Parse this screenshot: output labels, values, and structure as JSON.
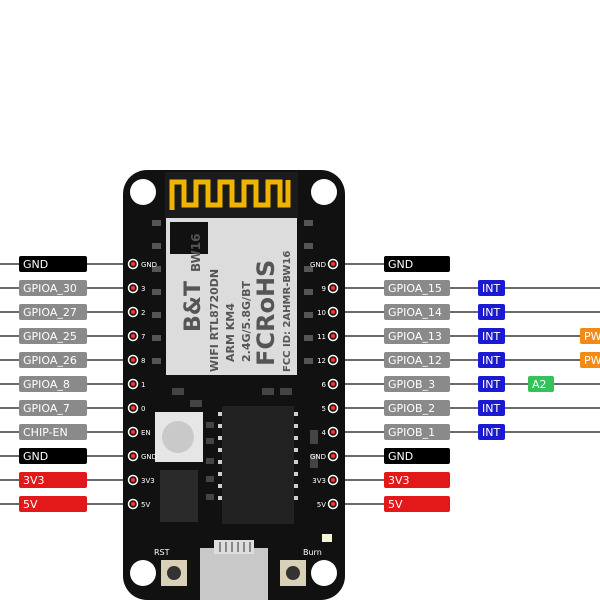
{
  "colors": {
    "board": "#111111",
    "gray_label": "#8a8a8a",
    "black_label": "#000000",
    "red_label": "#e31818",
    "blue_label": "#1a1acf",
    "orange_label": "#f28a14",
    "green_label": "#34c25a",
    "pin": "#ff2a2a"
  },
  "left_pins": [
    {
      "label": "GND",
      "pad": "GND",
      "style": "black"
    },
    {
      "label": "GPIOA_30",
      "pad": "3",
      "style": "gray"
    },
    {
      "label": "GPIOA_27",
      "pad": "2",
      "style": "gray"
    },
    {
      "label": "GPIOA_25",
      "pad": "7",
      "style": "gray"
    },
    {
      "label": "GPIOA_26",
      "pad": "8",
      "style": "gray"
    },
    {
      "label": "GPIOA_8",
      "pad": "1",
      "style": "gray"
    },
    {
      "label": "GPIOA_7",
      "pad": "0",
      "style": "gray"
    },
    {
      "label": "CHIP-EN",
      "pad": "EN",
      "style": "gray"
    },
    {
      "label": "GND",
      "pad": "GND",
      "style": "black"
    },
    {
      "label": "3V3",
      "pad": "3V3",
      "style": "red"
    },
    {
      "label": "5V",
      "pad": "5V",
      "style": "red"
    }
  ],
  "right_pins": [
    {
      "label": "GND",
      "pad": "GND",
      "style": "black",
      "int": "",
      "extra": "",
      "extra_style": ""
    },
    {
      "label": "GPIOA_15",
      "pad": "9",
      "style": "gray",
      "int": "INT",
      "extra": "",
      "extra_style": ""
    },
    {
      "label": "GPIOA_14",
      "pad": "10",
      "style": "gray",
      "int": "INT",
      "extra": "",
      "extra_style": ""
    },
    {
      "label": "GPIOA_13",
      "pad": "11",
      "style": "gray",
      "int": "INT",
      "extra": "PW",
      "extra_style": "orange"
    },
    {
      "label": "GPIOA_12",
      "pad": "12",
      "style": "gray",
      "int": "INT",
      "extra": "PW",
      "extra_style": "orange"
    },
    {
      "label": "GPIOB_3",
      "pad": "6",
      "style": "gray",
      "int": "INT",
      "extra": "A2",
      "extra_style": "green"
    },
    {
      "label": "GPIOB_2",
      "pad": "5",
      "style": "gray",
      "int": "INT",
      "extra": "",
      "extra_style": ""
    },
    {
      "label": "GPIOB_1",
      "pad": "4",
      "style": "gray",
      "int": "INT",
      "extra": "",
      "extra_style": ""
    },
    {
      "label": "GND",
      "pad": "GND",
      "style": "black",
      "int": "",
      "extra": "",
      "extra_style": ""
    },
    {
      "label": "3V3",
      "pad": "3V3",
      "style": "red",
      "int": "",
      "extra": "",
      "extra_style": ""
    },
    {
      "label": "5V",
      "pad": "5V",
      "style": "red",
      "int": "",
      "extra": "",
      "extra_style": ""
    }
  ],
  "module": {
    "brand": "B&T",
    "model": "BW16",
    "line1": "WIFI RTL8720DN",
    "line2": "ARM KM4",
    "line3": "2.4G/5.8G/BT",
    "cert": "FCRoHS",
    "fcc": "FCC ID: 2AHMR-BW16"
  },
  "buttons": {
    "rst": "RST",
    "burn": "Burn"
  }
}
